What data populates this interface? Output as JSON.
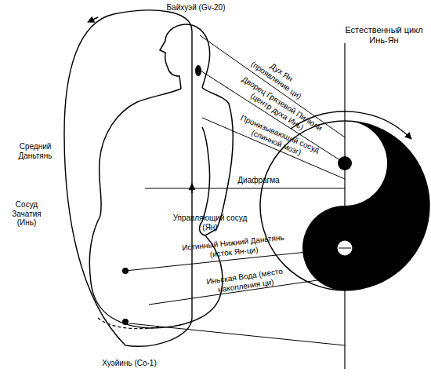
{
  "diagram": {
    "nodes": [
      {
        "text": [
          "Естественный цикл Инь-Ян"
        ]
      }
    ],
    "labels": [
      "Байхуэй (Gv-20)",
      "Дух Ян (проявление ци)",
      "Дворец Грязевой Пилюли (центр духа Инь)",
      "Пронизывающий сосуд (спинной мозг)",
      "Диафрагма",
      "Средний Даньтянь",
      "Сосуд Зачатия (Инь)",
      "Управляющий сосуд (Ян)",
      "Истинный Нижний Даньтянь (исток Ян-ци)",
      "Иньская Вода (место накопления ци)",
      "Хуэйинь (Co-1)"
    ]
  }
}
